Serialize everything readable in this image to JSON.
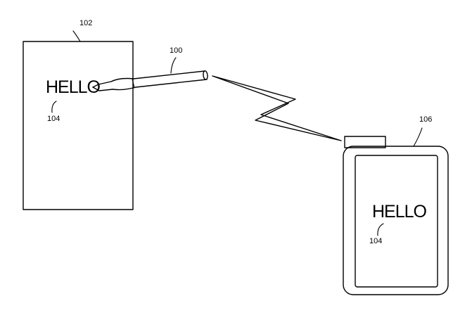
{
  "references": {
    "stylus": "100",
    "surface": "102",
    "text_ref_surface": "104",
    "device": "106",
    "text_ref_device": "104"
  },
  "handwritten_text": {
    "on_surface": "HELLO",
    "on_device": "HELLO"
  }
}
